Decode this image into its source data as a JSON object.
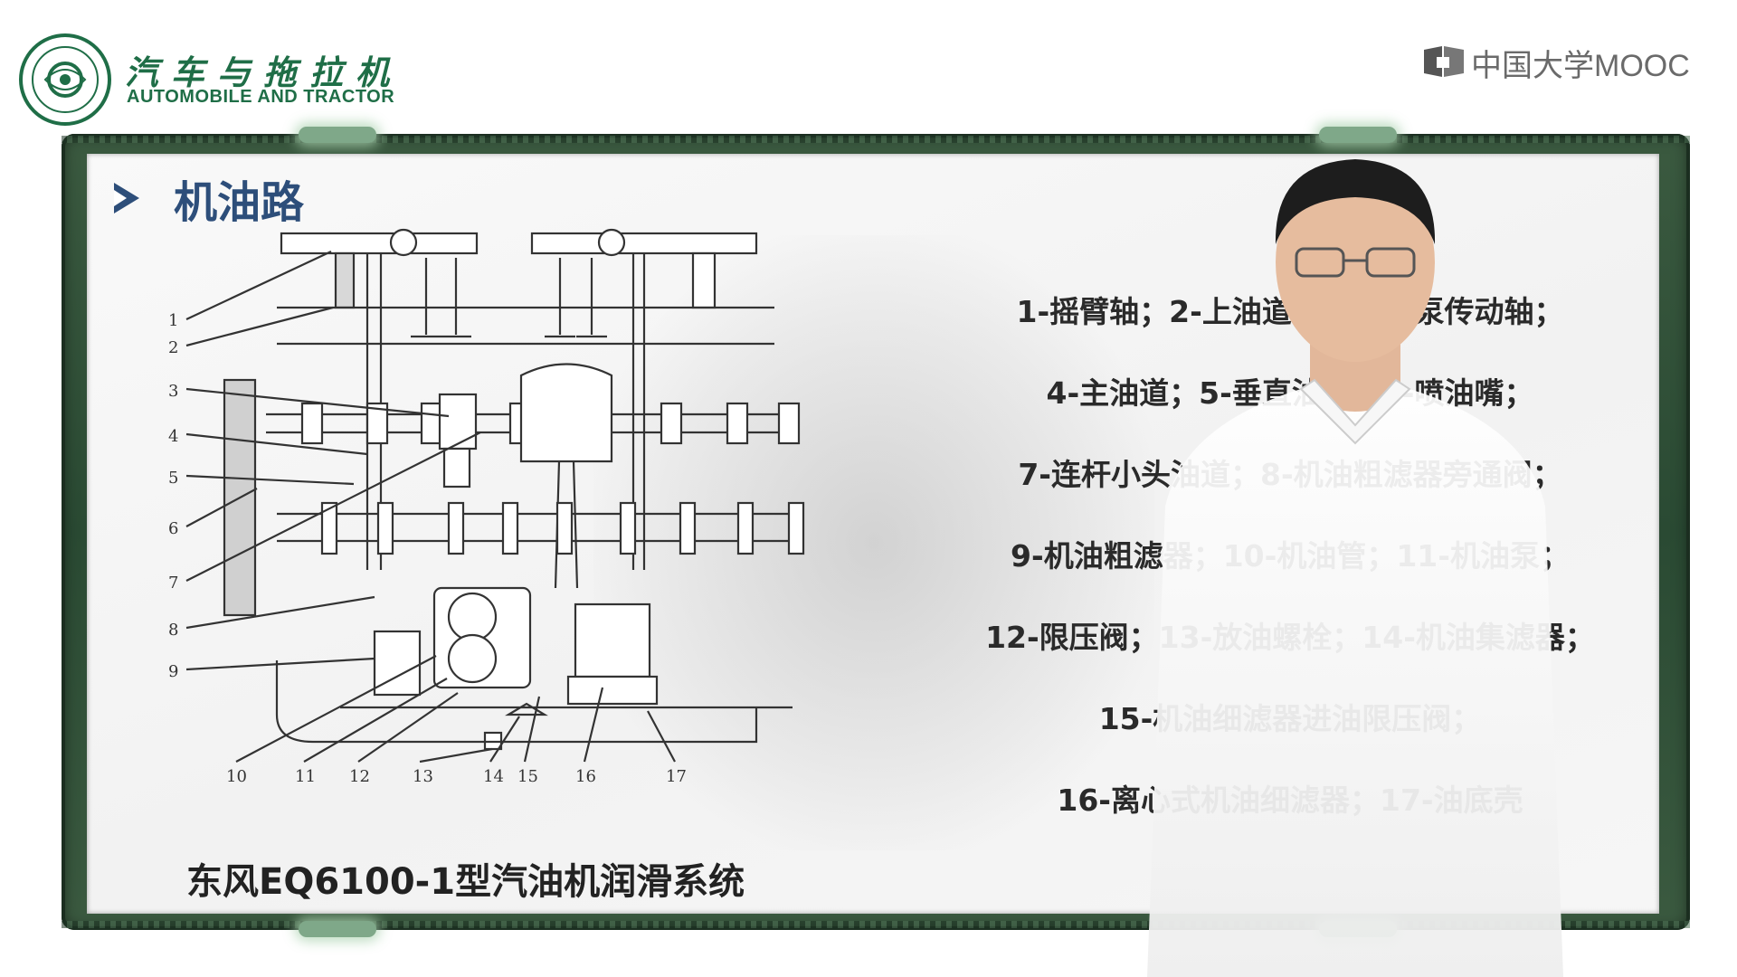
{
  "header": {
    "course_title_cn": "汽车与拖拉机",
    "course_title_en": "AUTOMOBILE AND TRACTOR",
    "platform": "中国大学MOOC"
  },
  "slide": {
    "section_title": "机油路",
    "caption": "东风EQ6100-1型汽油机润滑系统",
    "part_numbers": [
      "1",
      "2",
      "3",
      "4",
      "5",
      "6",
      "7",
      "8",
      "9",
      "10",
      "11",
      "12",
      "13",
      "14",
      "15",
      "16",
      "17"
    ],
    "legend_lines": [
      "1-摇臂轴；2-上油道；3-机油泵传动轴；",
      "4-主油道；5-垂直油道；6-喷油嘴；",
      "7-连杆小头油道；8-机油粗滤器旁通阀；",
      "9-机油粗滤器；10-机油管；11-机油泵；",
      "12-限压阀；13-放油螺栓；14-机油集滤器；",
      "15-机油细滤器进油限压阀；",
      "16-离心式机油细滤器；17-油底壳"
    ]
  },
  "colors": {
    "brand_green": "#1f6e47",
    "title_blue": "#2d4e7a",
    "board_frame": "#2a4a33"
  },
  "icons": [
    "emblem-seal-icon",
    "mooc-book-icon",
    "bullet-arrow-icon"
  ]
}
